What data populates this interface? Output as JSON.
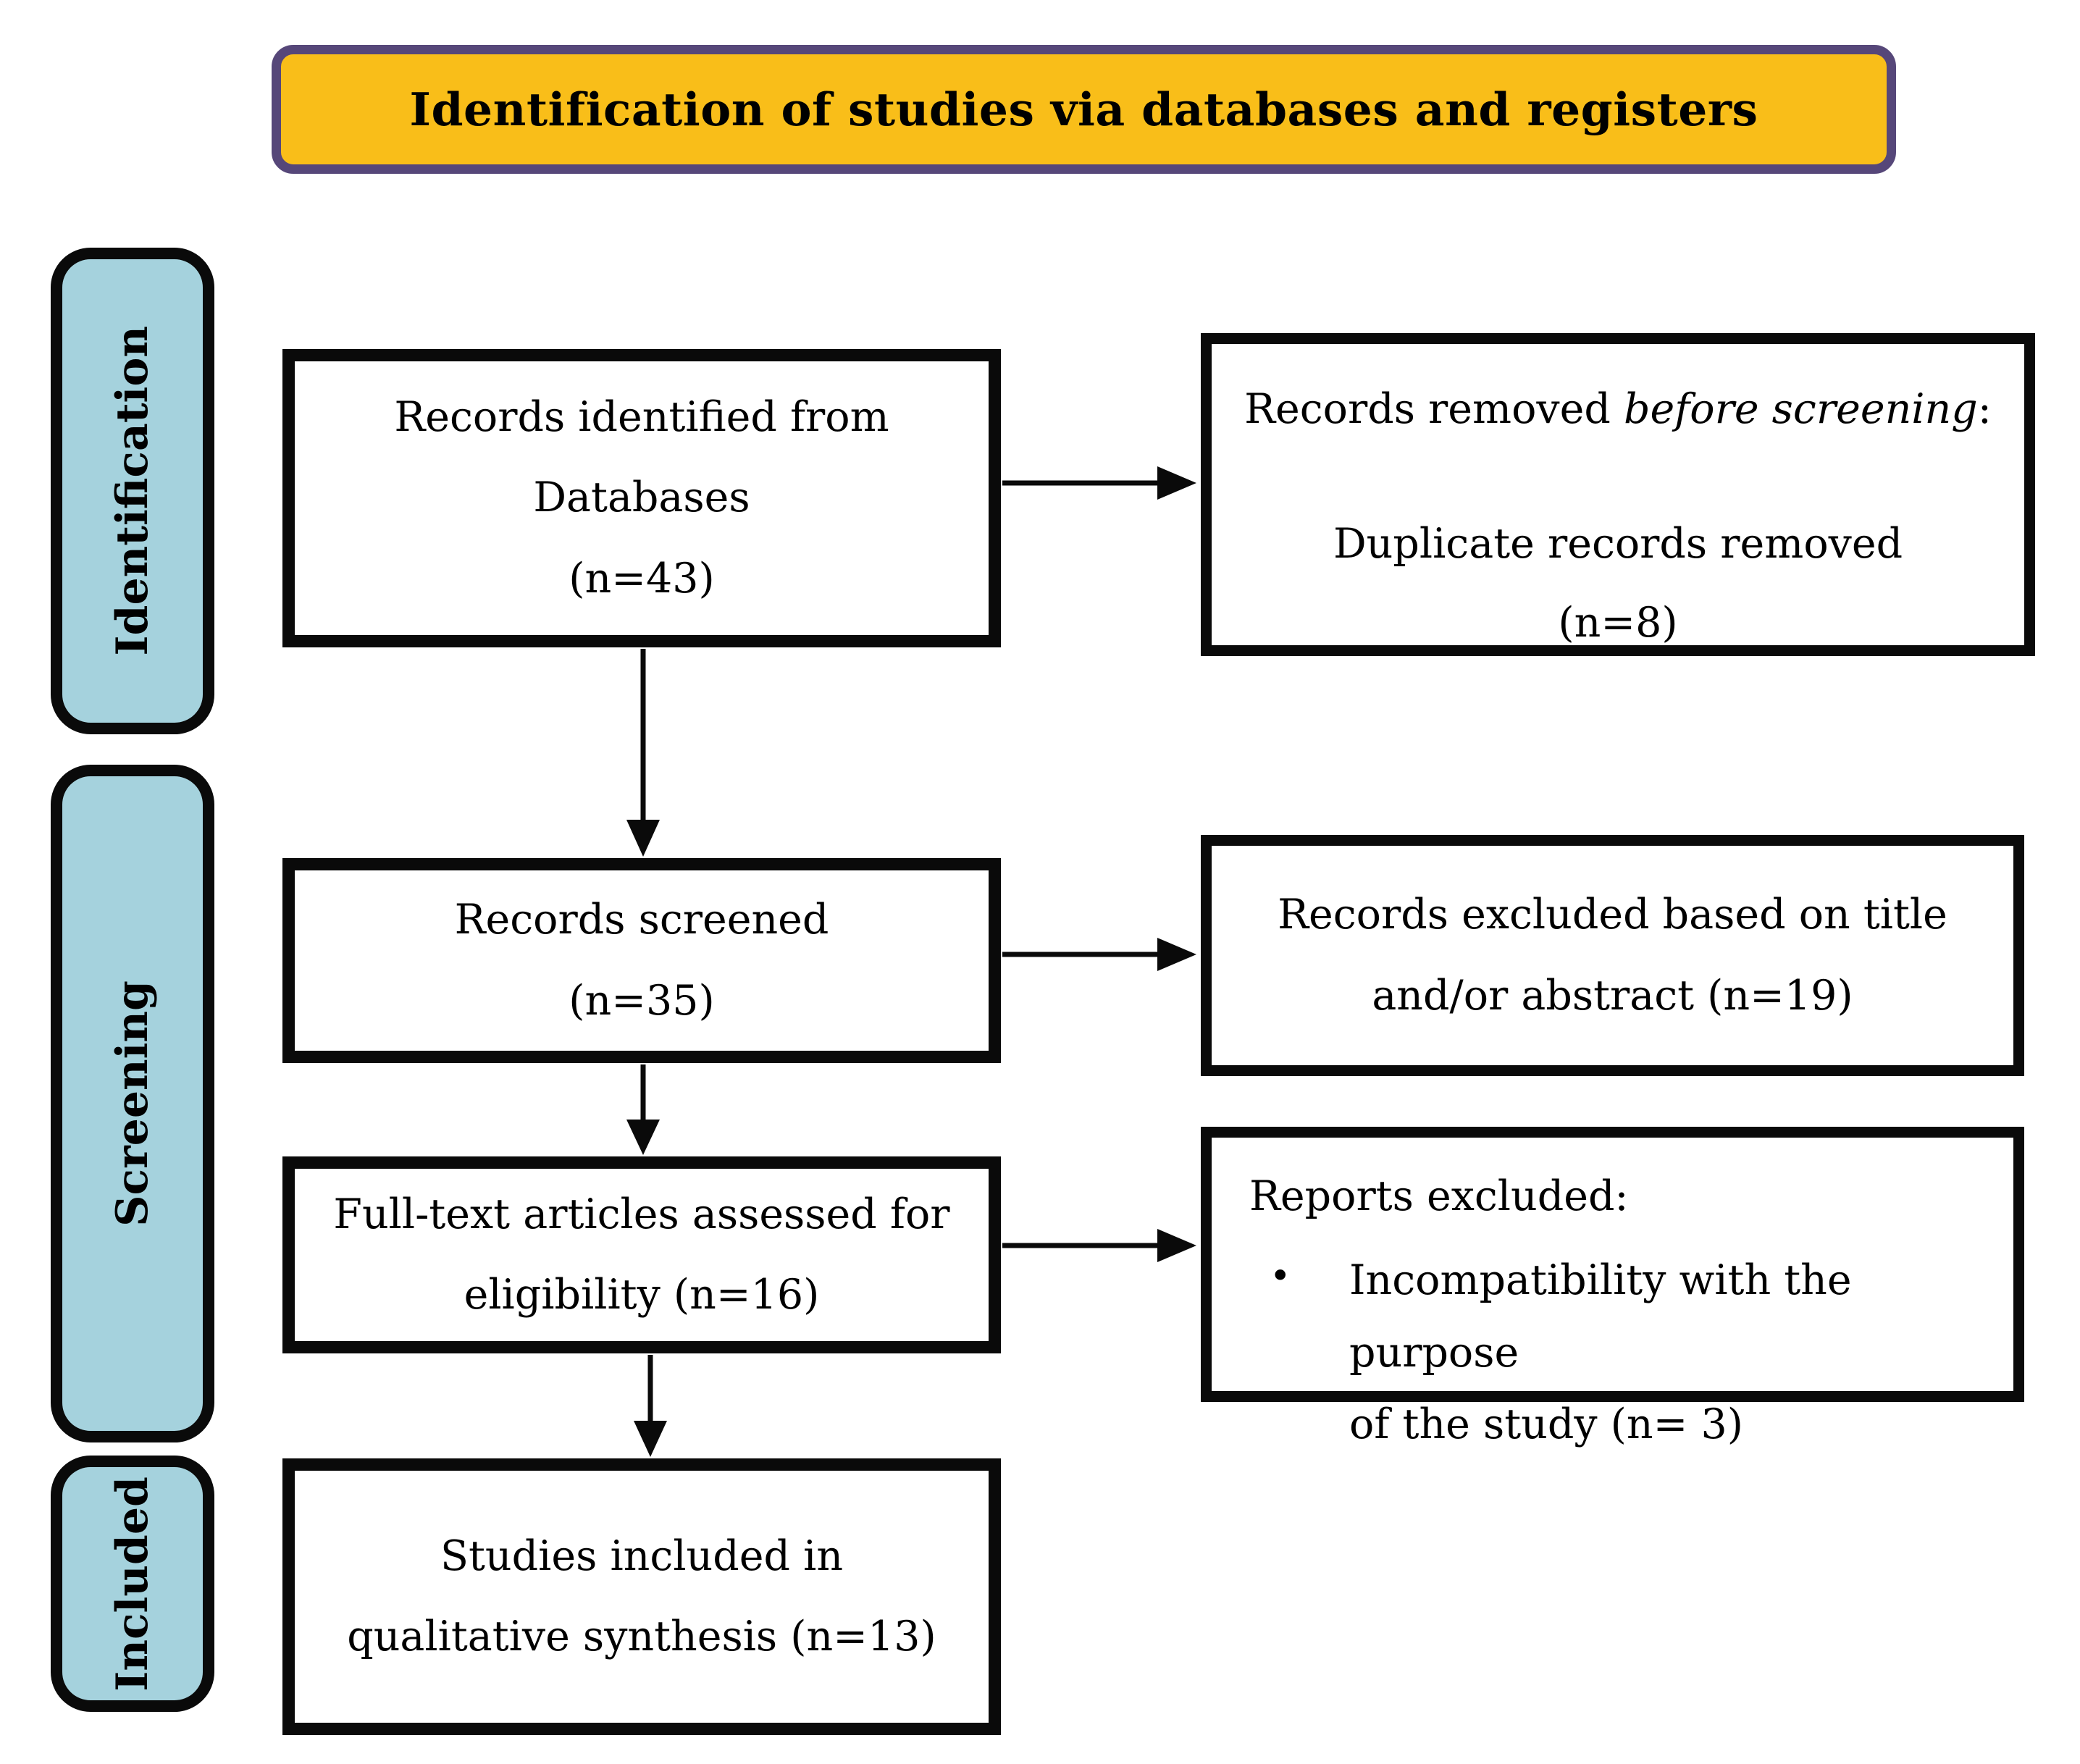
{
  "header": {
    "title": "Identification of studies via databases and registers"
  },
  "stages": [
    {
      "id": "identification",
      "label": "Identification"
    },
    {
      "id": "screening",
      "label": "Screening"
    },
    {
      "id": "included",
      "label": "Included"
    }
  ],
  "flow_boxes": {
    "identified": {
      "text": "Records identified from\nDatabases\n(n=43)",
      "n": 43
    },
    "screened": {
      "text": "Records screened\n(n=35)",
      "n": 35
    },
    "fulltext": {
      "text": "Full-text articles assessed for\neligibility (n=16)",
      "n": 16
    },
    "included": {
      "text": "Studies included in\nqualitative synthesis (n=13)",
      "n": 13
    }
  },
  "side_boxes": {
    "removed_before_screening": {
      "prefix": "Records removed ",
      "italic": "before screening",
      "suffix": ":",
      "detail": "Duplicate records removed\n(n=8)",
      "n": 8
    },
    "excluded_title_abstract": {
      "text": "Records excluded based on title\nand/or abstract (n=19)",
      "n": 19
    },
    "reports_excluded": {
      "title": "Reports excluded:",
      "bullet_glyph": "•",
      "bullet": "Incompatibility with the purpose\nof the study (n= 3)",
      "n": 3
    }
  },
  "connections": [
    {
      "from": "identified",
      "to": "removed_before_screening",
      "direction": "right"
    },
    {
      "from": "identified",
      "to": "screened",
      "direction": "down"
    },
    {
      "from": "screened",
      "to": "excluded_title_abstract",
      "direction": "right"
    },
    {
      "from": "screened",
      "to": "fulltext",
      "direction": "down"
    },
    {
      "from": "fulltext",
      "to": "reports_excluded",
      "direction": "right"
    },
    {
      "from": "fulltext",
      "to": "included",
      "direction": "down"
    }
  ],
  "colors": {
    "header_fill": "#F9BE19",
    "header_border": "#564779",
    "stage_fill": "#A5D2DD",
    "box_border": "#0a0a0a",
    "box_fill": "#ffffff",
    "text": "#000000"
  }
}
